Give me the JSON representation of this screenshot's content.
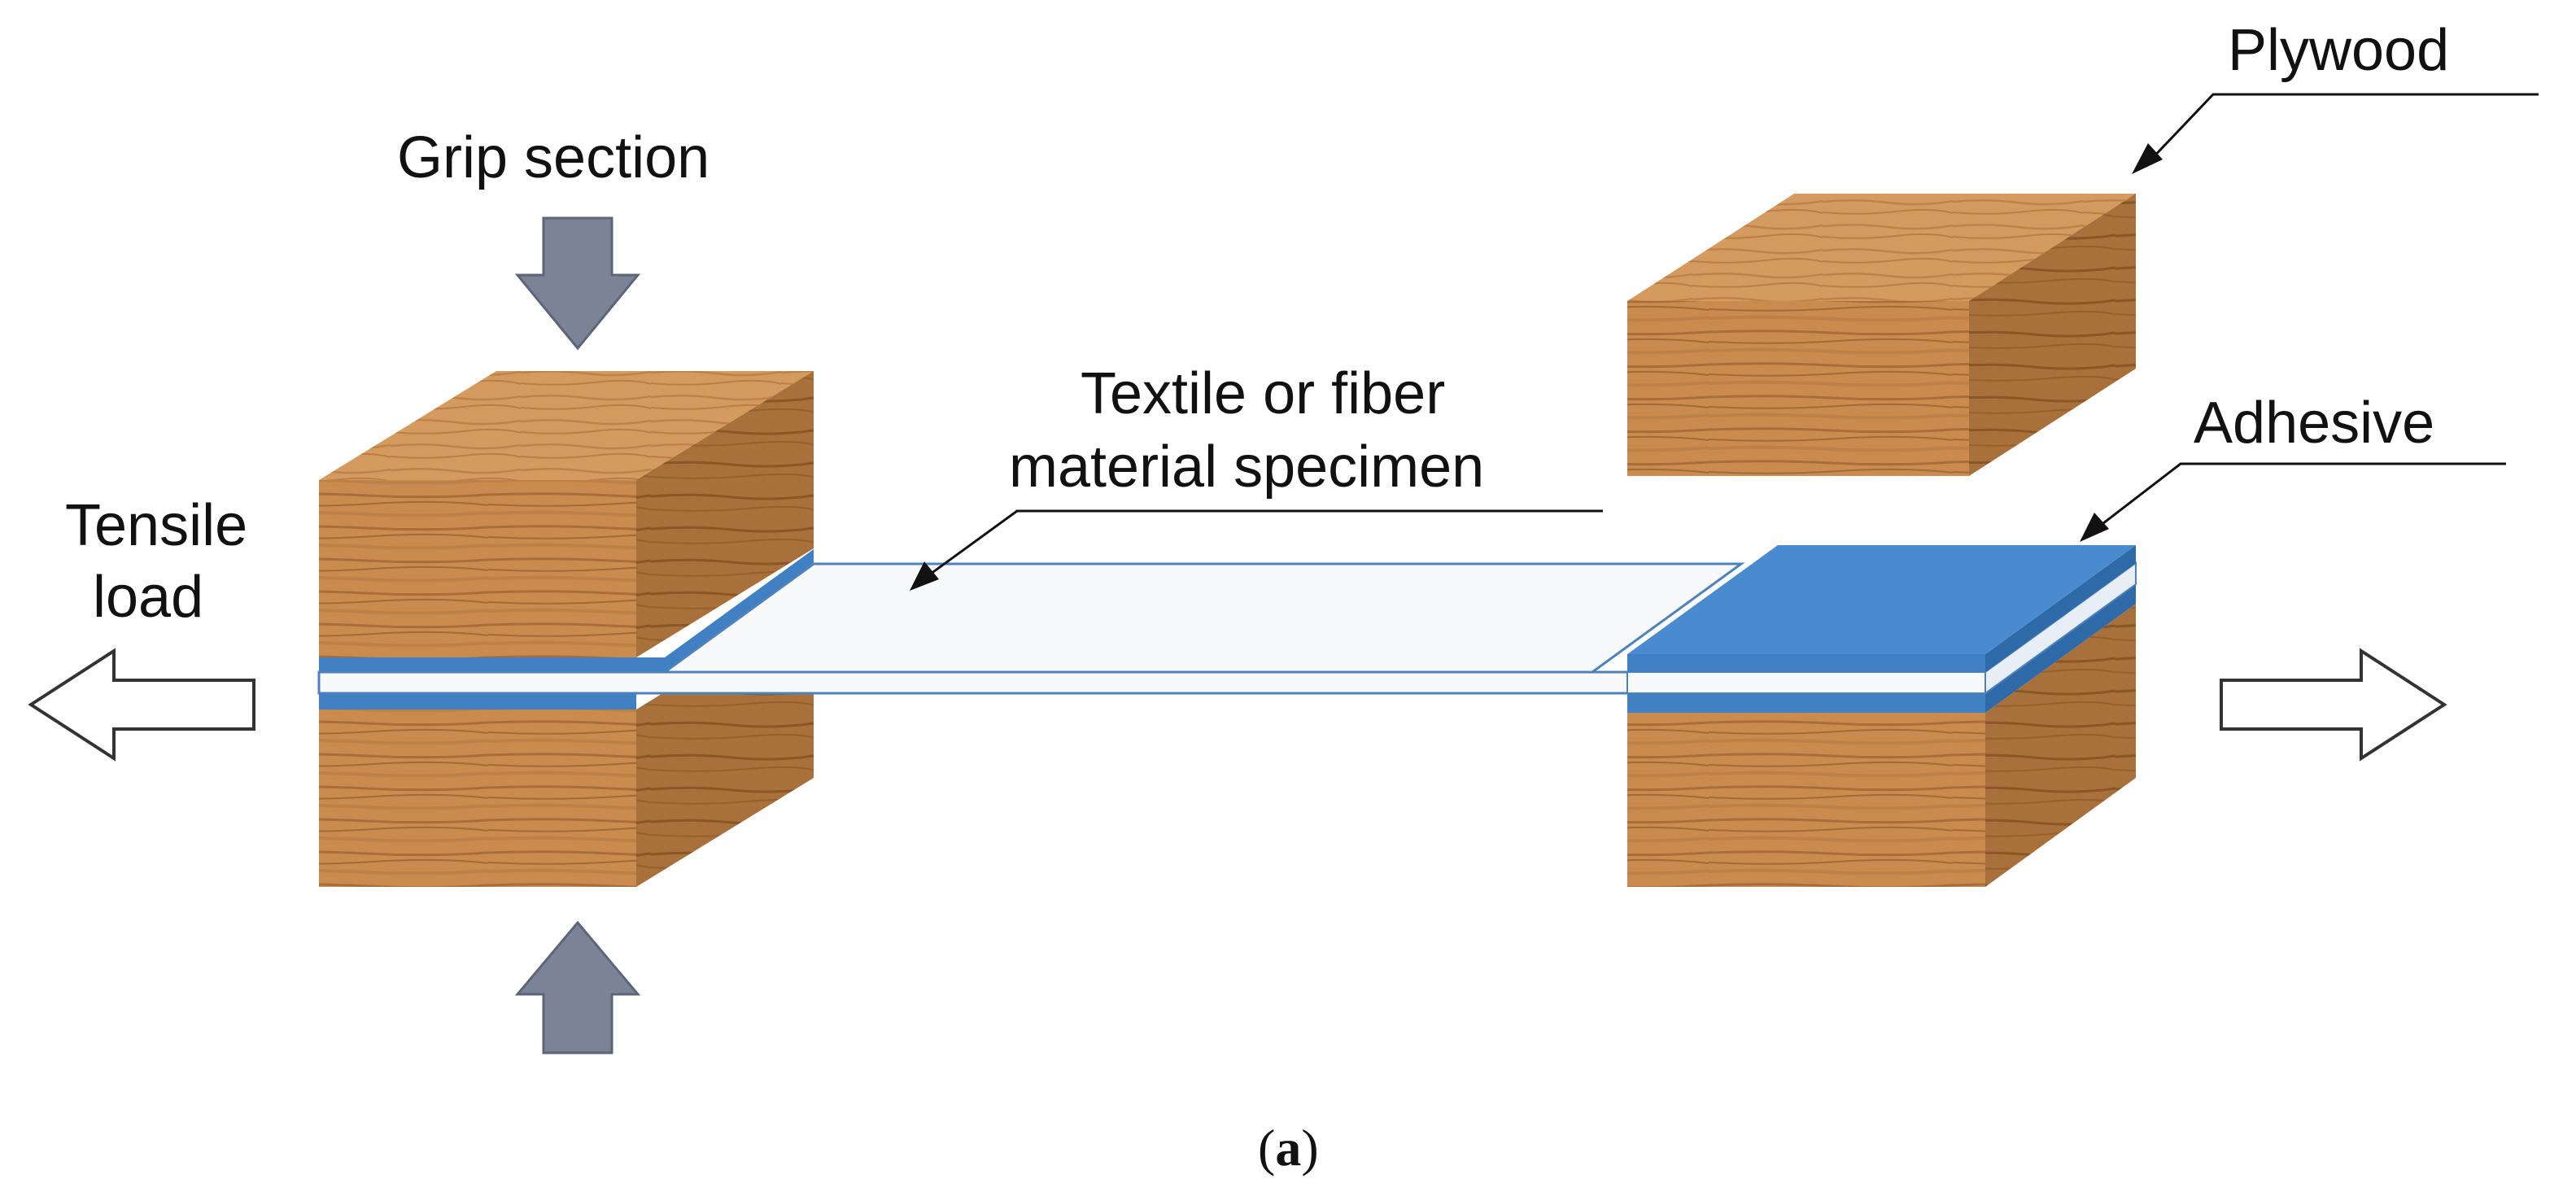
{
  "labels": {
    "plywood": "Plywood",
    "grip_section": "Grip section",
    "specimen_line1": "Textile or fiber",
    "specimen_line2": "material specimen",
    "adhesive": "Adhesive",
    "tensile_line1": "Tensile",
    "tensile_line2": "load"
  },
  "caption": {
    "open": "(",
    "letter": "a",
    "close": ")"
  },
  "colors": {
    "wood_top": "#d49a5e",
    "wood_front": "#c98b4e",
    "wood_side": "#a8703a",
    "wood_grain": "#8a5526",
    "adhesive_blue": "#3f7fc2",
    "specimen_white": "#f7f9fb",
    "specimen_edge": "#4f81bd",
    "grip_arrow": "#7a8496",
    "load_arrow_fill": "#ffffff",
    "load_arrow_stroke": "#333333"
  },
  "icons": {
    "grip_arrows": "down-arrow-and-up-arrow",
    "load_arrows": "hollow-left-arrow-and-hollow-right-arrow"
  }
}
